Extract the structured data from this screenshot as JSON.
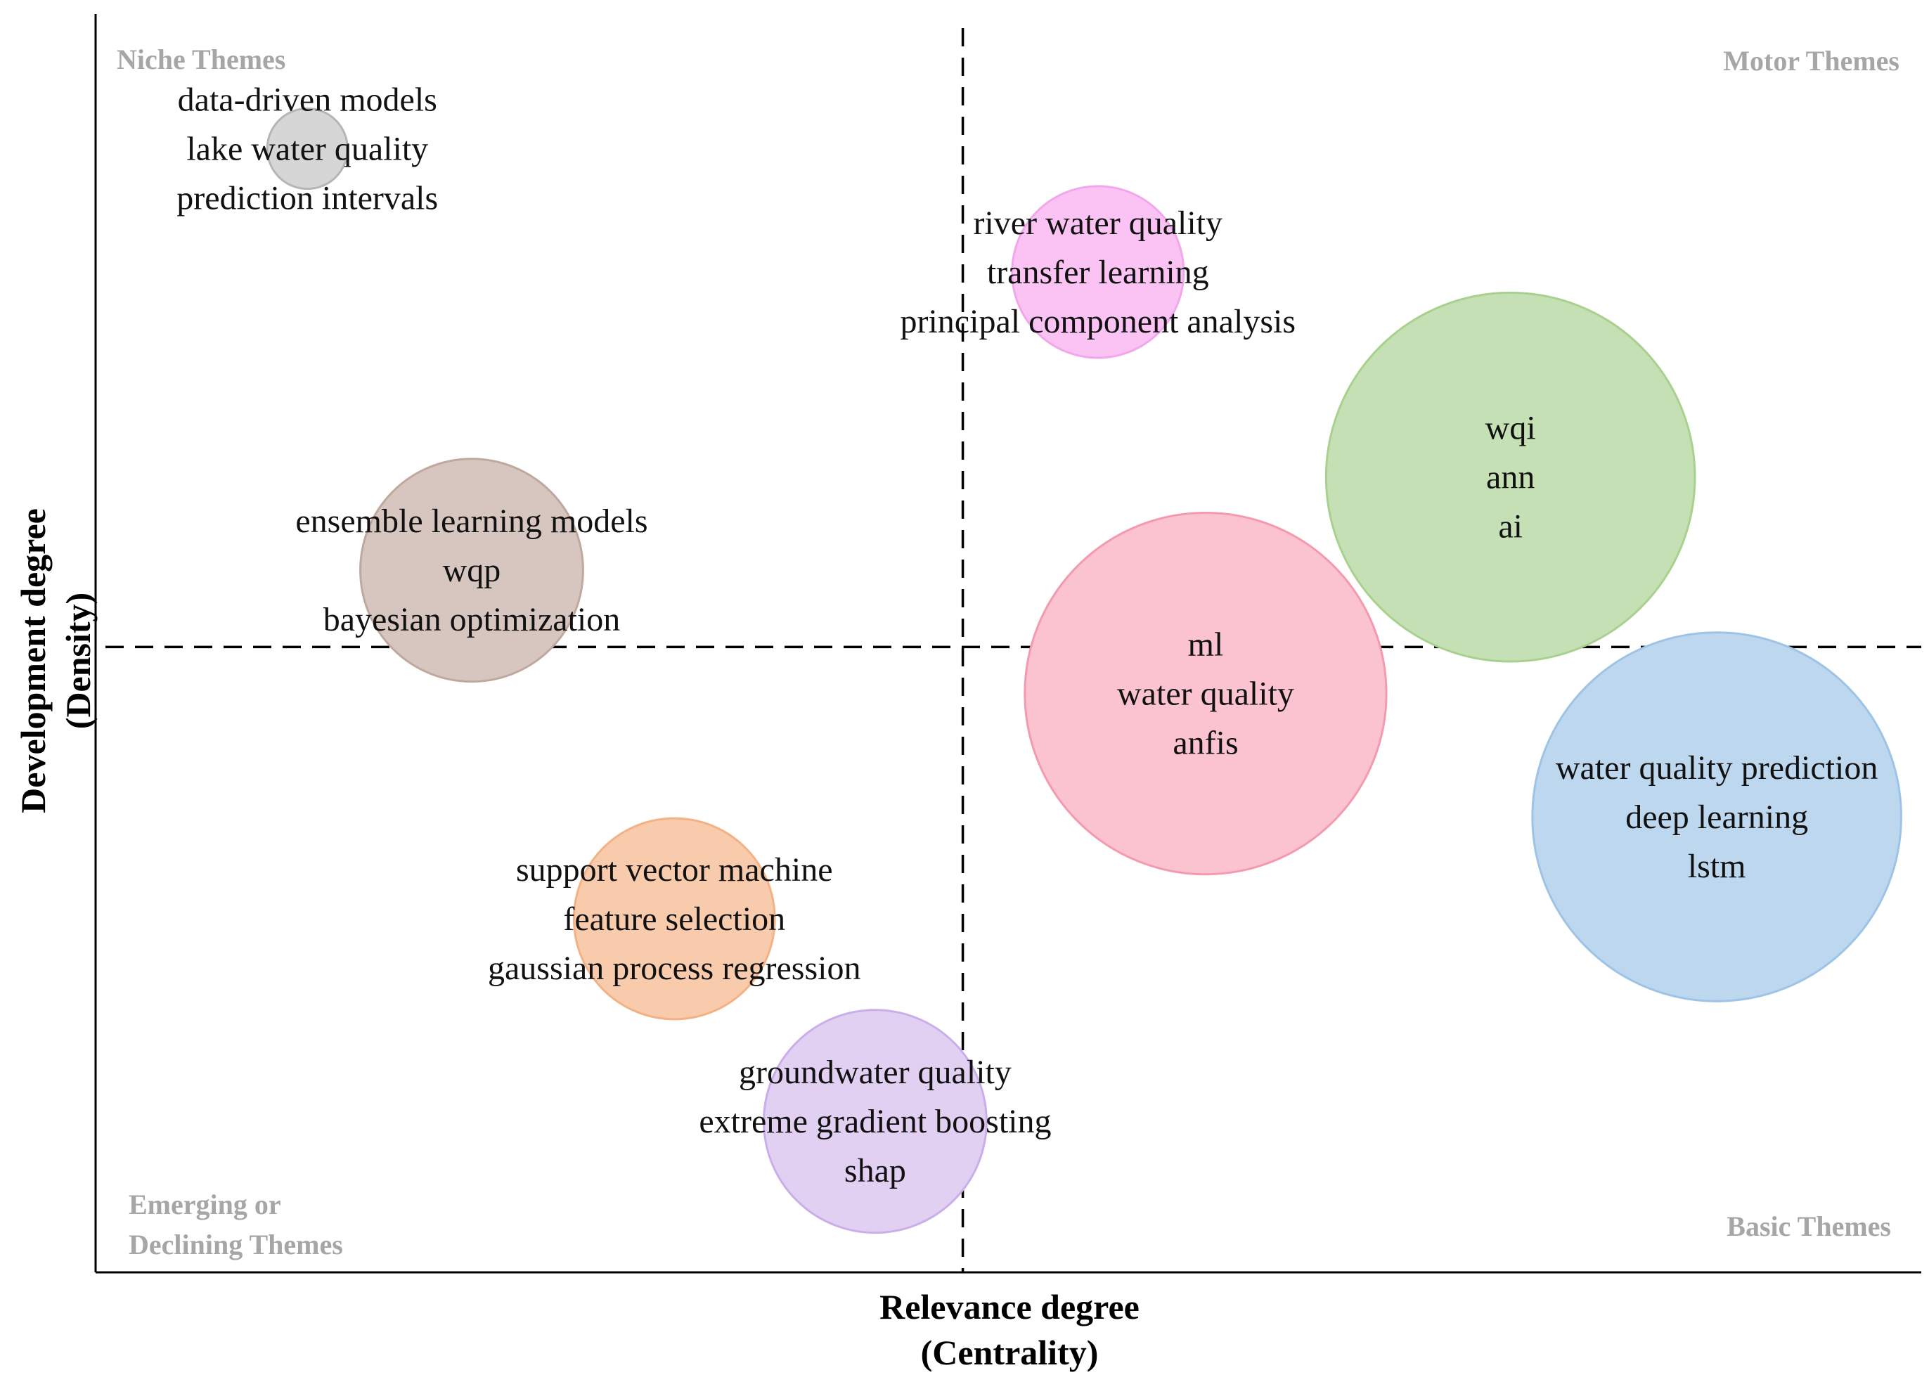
{
  "chart_data": {
    "type": "scatter",
    "subtype": "thematic-map-bubble",
    "xlabel": [
      "Relevance degree",
      "(Centrality)"
    ],
    "ylabel": [
      "Development degree",
      "(Density)"
    ],
    "quadrants": {
      "top_left": [
        "Niche Themes"
      ],
      "top_right": [
        "Motor Themes"
      ],
      "bottom_left": [
        "Emerging or",
        "Declining Themes"
      ],
      "bottom_right": [
        "Basic Themes"
      ]
    },
    "divider": {
      "x": 0.475,
      "y": 0.497
    },
    "grid": false,
    "legend": "none",
    "themes": [
      {
        "labels": [
          "data-driven models",
          "lake water quality",
          "prediction intervals"
        ],
        "x": 0.116,
        "y": 0.893,
        "size": 0.022,
        "color": "#d6d6d6",
        "stroke": "#b5b5b5"
      },
      {
        "labels": [
          "river water quality",
          "transfer learning",
          "principal component analysis"
        ],
        "x": 0.549,
        "y": 0.795,
        "size": 0.047,
        "color": "#fbc3f3",
        "stroke": "#f2a6ec"
      },
      {
        "labels": [
          "wqi",
          "ann",
          "ai"
        ],
        "x": 0.775,
        "y": 0.632,
        "size": 0.101,
        "color": "#c5e0b4",
        "stroke": "#a9d18e"
      },
      {
        "labels": [
          "ensemble learning models",
          "wqp",
          "bayesian optimization"
        ],
        "x": 0.206,
        "y": 0.558,
        "size": 0.061,
        "color": "#d7c6bf",
        "stroke": "#bfa89e"
      },
      {
        "labels": [
          "ml",
          "water quality",
          "anfis"
        ],
        "x": 0.608,
        "y": 0.46,
        "size": 0.099,
        "color": "#fbc2cf",
        "stroke": "#f49ab0"
      },
      {
        "labels": [
          "water quality prediction",
          "deep learning",
          "lstm"
        ],
        "x": 0.888,
        "y": 0.362,
        "size": 0.101,
        "color": "#bdd7ee",
        "stroke": "#9dc3e6"
      },
      {
        "labels": [
          "support vector machine",
          "feature selection",
          "gaussian process regression"
        ],
        "x": 0.317,
        "y": 0.281,
        "size": 0.055,
        "color": "#f8cbad",
        "stroke": "#f4b183"
      },
      {
        "labels": [
          "groundwater quality",
          "extreme gradient boosting",
          "shap"
        ],
        "x": 0.427,
        "y": 0.12,
        "size": 0.061,
        "color": "#e2d0f3",
        "stroke": "#c9aeea"
      }
    ]
  }
}
